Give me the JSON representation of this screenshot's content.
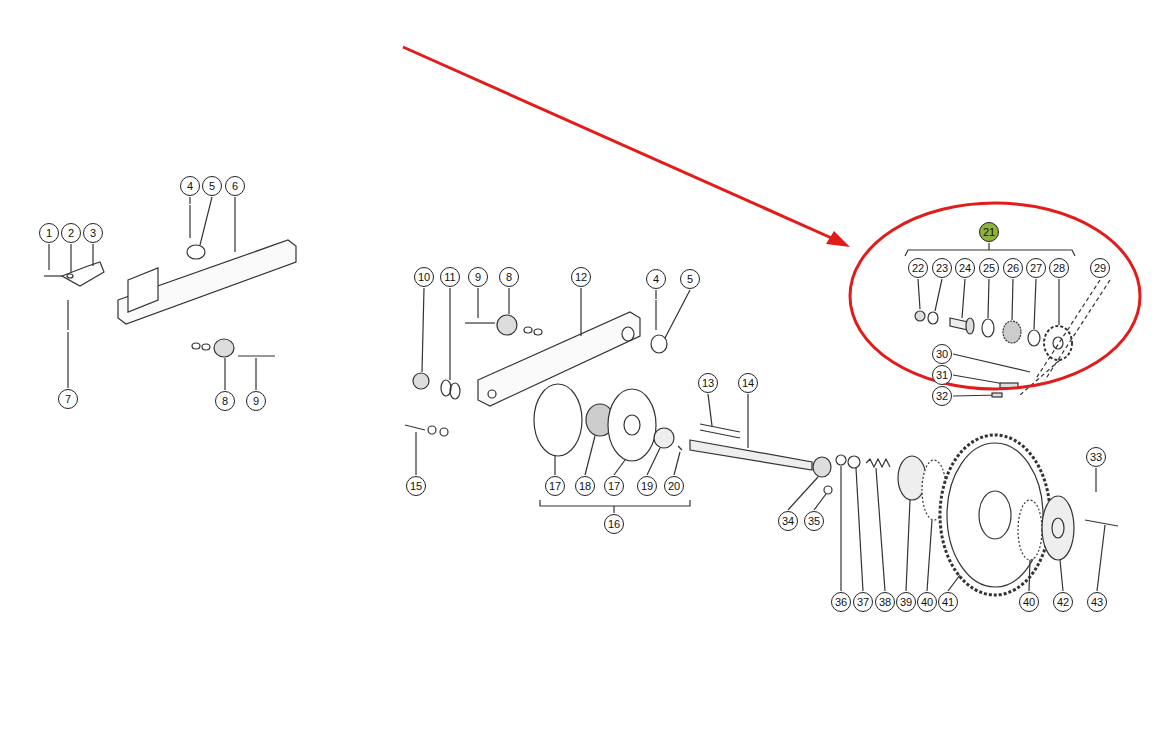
{
  "diagram": {
    "labels": [
      "1",
      "2",
      "3",
      "4",
      "5",
      "6",
      "7",
      "8",
      "9",
      "10",
      "11",
      "9",
      "8",
      "12",
      "4",
      "5",
      "15",
      "17",
      "18",
      "17",
      "19",
      "20",
      "16",
      "13",
      "14",
      "34",
      "35",
      "21",
      "22",
      "23",
      "24",
      "25",
      "26",
      "27",
      "28",
      "29",
      "30",
      "31",
      "32",
      "33",
      "36",
      "37",
      "38",
      "39",
      "40",
      "41",
      "40",
      "42",
      "43"
    ]
  }
}
